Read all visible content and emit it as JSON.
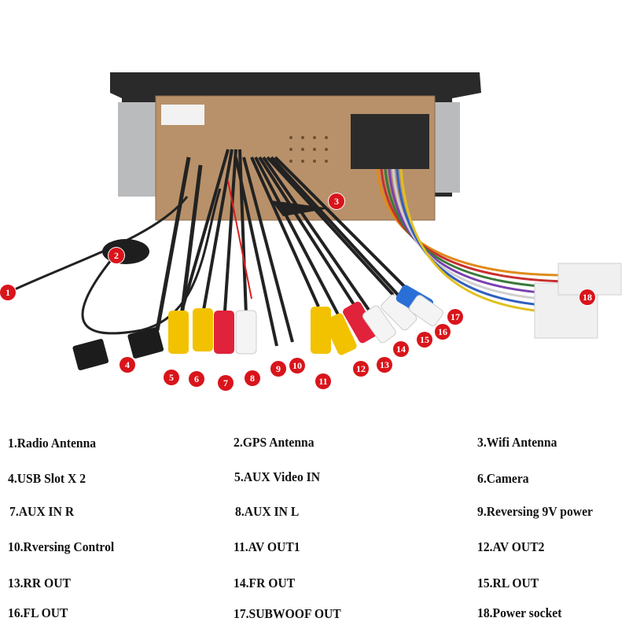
{
  "markers": [
    "1",
    "2",
    "3",
    "4",
    "5",
    "6",
    "7",
    "8",
    "9",
    "10",
    "11",
    "12",
    "13",
    "14",
    "15",
    "16",
    "17",
    "18"
  ],
  "legend": [
    "1.Radio Antenna",
    "2.GPS Antenna",
    "3.Wifi Antenna",
    "4.USB Slot X 2",
    "5.AUX Video IN",
    "6.Camera",
    "7.AUX IN R",
    "8.AUX IN L",
    "9.Reversing 9V power",
    "10.Rversing Control",
    "11.AV OUT1",
    "12.AV OUT2",
    "13.RR OUT",
    "14.FR OUT",
    "15.RL OUT",
    "16.FL OUT",
    "17.SUBWOOF OUT",
    "18.Power socket"
  ],
  "colors": {
    "marker": "#d9141b",
    "chassis": "#b8916a",
    "bezel": "#2a2a2a",
    "rca_yellow": "#f2c200",
    "rca_red": "#e0223a",
    "rca_white": "#f4f4f4"
  }
}
